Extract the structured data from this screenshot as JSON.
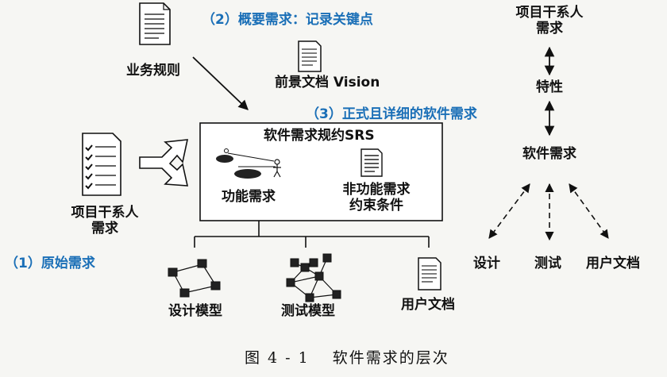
{
  "annotations": {
    "a1": "（1）原始需求",
    "a2": "（2）概要需求：记录关键点",
    "a3": "（3）正式且详细的软件需求"
  },
  "left": {
    "business_rules": "业务规则",
    "vision_doc": "前景文档 Vision",
    "stakeholders_line1": "项目干系人",
    "stakeholders_line2": "需求",
    "srs_title": "软件需求规约SRS",
    "functional": "功能需求",
    "nonfunctional_line1": "非功能需求",
    "nonfunctional_line2": "约束条件",
    "design_model": "设计模型",
    "test_model": "测试模型",
    "user_docs": "用户文档"
  },
  "right": {
    "stakeholders_line1": "项目干系人",
    "stakeholders_line2": "需求",
    "features": "特性",
    "software_requirements": "软件需求",
    "design": "设计",
    "test": "测试",
    "user_docs": "用户文档"
  },
  "caption": "图 4 - 1　 软件需求的层次",
  "colors": {
    "annotation": "#1a6fb7",
    "ink": "#111111"
  }
}
